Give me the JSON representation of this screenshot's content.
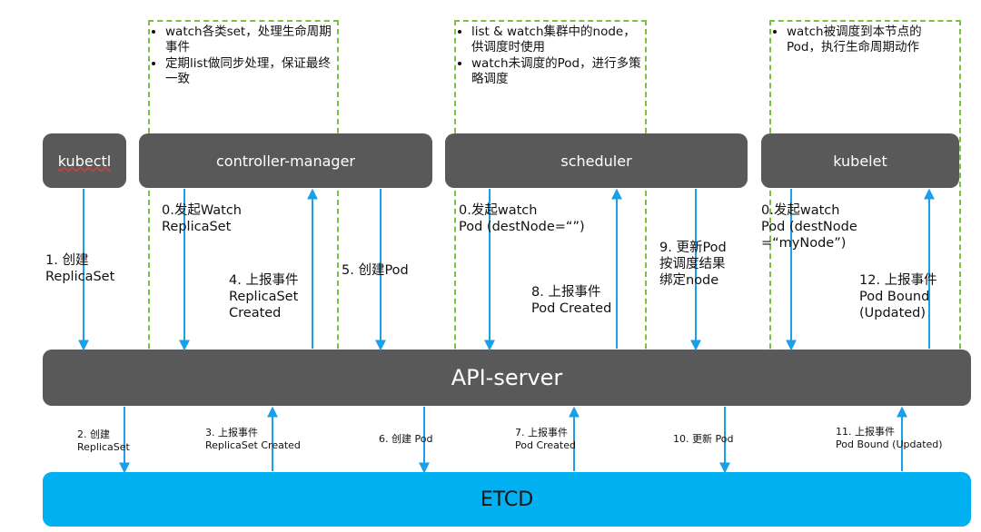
{
  "components": {
    "kubectl": "kubectl",
    "controller_manager": "controller-manager",
    "scheduler": "scheduler",
    "kubelet": "kubelet",
    "api_server": "API-server",
    "etcd": "ETCD"
  },
  "notes": {
    "controller_manager": [
      "watch各类set，处理生命周期事件",
      "定期list做同步处理，保证最终一致"
    ],
    "scheduler": [
      "list & watch集群中的node，供调度时使用",
      "watch未调度的Pod，进行多策略调度"
    ],
    "kubelet": [
      "watch被调度到本节点的Pod，执行生命周期动作"
    ]
  },
  "labels_top": {
    "step1": [
      "1. 创建",
      "ReplicaSet"
    ],
    "step0_cm": [
      "0.发起Watch",
      "ReplicaSet"
    ],
    "step4": [
      "4. 上报事件",
      "ReplicaSet",
      "Created"
    ],
    "step5": [
      "5. 创建Pod"
    ],
    "step0_sched": [
      "0.发起watch",
      "Pod (destNode=“”)"
    ],
    "step8": [
      "8. 上报事件",
      "Pod Created"
    ],
    "step9": [
      "9. 更新Pod",
      "按调度结果",
      "绑定node"
    ],
    "step0_kubelet": [
      "0.发起watch",
      "Pod (destNode",
      "=“myNode”)"
    ],
    "step12": [
      "12. 上报事件",
      "Pod Bound",
      "(Updated)"
    ]
  },
  "labels_bottom": {
    "step2": [
      "2. 创建",
      "ReplicaSet"
    ],
    "step3": [
      "3. 上报事件",
      "ReplicaSet Created"
    ],
    "step6": [
      "6. 创建 Pod"
    ],
    "step7": [
      "7. 上报事件",
      "Pod Created"
    ],
    "step10": [
      "10. 更新 Pod"
    ],
    "step11": [
      "11. 上报事件",
      "Pod Bound (Updated)"
    ]
  },
  "colors": {
    "component_box": "#595959",
    "etcd_box": "#00b0f0",
    "arrow": "#1aa0e8",
    "dashed_border": "#7ac142"
  }
}
